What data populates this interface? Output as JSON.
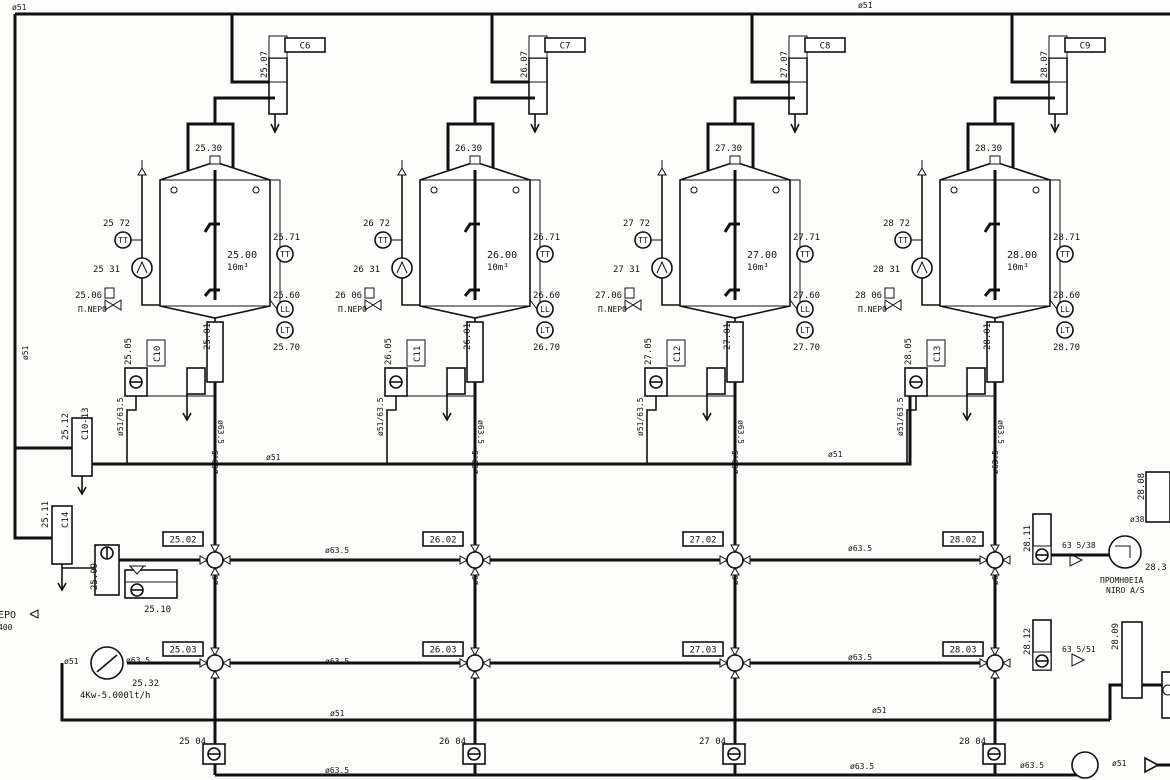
{
  "pipe_labels": {
    "top_main": "ø51",
    "top_left": "ø51",
    "left_vertical": "ø51",
    "collector": "ø51",
    "line1": "ø63.5",
    "line2": "ø63.5",
    "return_line": "ø51",
    "bottom_line": "ø63.5",
    "bottom_right_1": "ø63.5",
    "bottom_right_2": "ø51",
    "pump_in": "ø51",
    "pump_out": "ø63.5",
    "vertical": "ø63.5",
    "branch": "ø51/63.5"
  },
  "tanks": [
    {
      "id": "25",
      "tank": "25.00",
      "volume": "10m³",
      "top": "25.30",
      "valve": "25.07",
      "valve_box": "C6",
      "tt_top": "25 72",
      "tt_right": "25.71",
      "pump": "25 31",
      "water_valve": "25.06",
      "water": "Π.ΝΕΡΟ",
      "ll": "25.60",
      "lt": "25.70",
      "out_valve": "25.01",
      "cip_valve": "25.05",
      "cip_box": "C10",
      "node1": "25.02",
      "node2": "25.03",
      "bottom": "25 04"
    },
    {
      "id": "26",
      "tank": "26.00",
      "volume": "10m³",
      "top": "26.30",
      "valve": "26.07",
      "valve_box": "C7",
      "tt_top": "26 72",
      "tt_right": "26.71",
      "pump": "26 31",
      "water_valve": "26 06",
      "water": "Π.ΝΕΡΟ",
      "ll": "26.60",
      "lt": "26.70",
      "out_valve": "26.01",
      "cip_valve": "26.05",
      "cip_box": "C11",
      "node1": "26.02",
      "node2": "26.03",
      "bottom": "26 04"
    },
    {
      "id": "27",
      "tank": "27.00",
      "volume": "10m³",
      "top": "27.30",
      "valve": "27.07",
      "valve_box": "C8",
      "tt_top": "27 72",
      "tt_right": "27.71",
      "pump": "27 31",
      "water_valve": "27.06",
      "water": "Π.ΝΕΡΟ",
      "ll": "27.60",
      "lt": "27.70",
      "out_valve": "27.01",
      "cip_valve": "27.05",
      "cip_box": "C12",
      "node1": "27.02",
      "node2": "27.03",
      "bottom": "27 04"
    },
    {
      "id": "28",
      "tank": "28.00",
      "volume": "10m³",
      "top": "28.30",
      "valve": "28.07",
      "valve_box": "C9",
      "tt_top": "28 72",
      "tt_right": "28.71",
      "pump": "28 31",
      "water_valve": "28 06",
      "water": "Π.ΝΕΡΟ",
      "ll": "28.60",
      "lt": "28.70",
      "out_valve": "28.01",
      "cip_valve": "28.05",
      "cip_box": "C13",
      "node1": "28.02",
      "node2": "28.03",
      "bottom": "28 04"
    }
  ],
  "left_equipment": {
    "v_25_12": "25.12",
    "v_25_12_box": "C10-13",
    "v_25_11": "25.11",
    "v_25_11_box": "C14",
    "v_25_09": "25.09",
    "v_25_10": "25.10",
    "water_inlet": "ΝΕΡΟ",
    "water_inlet_sub": "400",
    "main_pump": "25.32",
    "main_pump_spec": "4Kw-5.000lt/h"
  },
  "right_equipment": {
    "v_28_11": "28.11",
    "v_28_12": "28.12",
    "supply_1": "63 5/38",
    "supply_2": "63 5/51",
    "pump_label": "28.3",
    "v_28_08": "28.08",
    "v_28_09": "28.09",
    "d38": "ø38",
    "supply_title_1": "ΠΡΟΜΗΘΕΙΑ",
    "supply_title_2": "NIRO A/S"
  }
}
